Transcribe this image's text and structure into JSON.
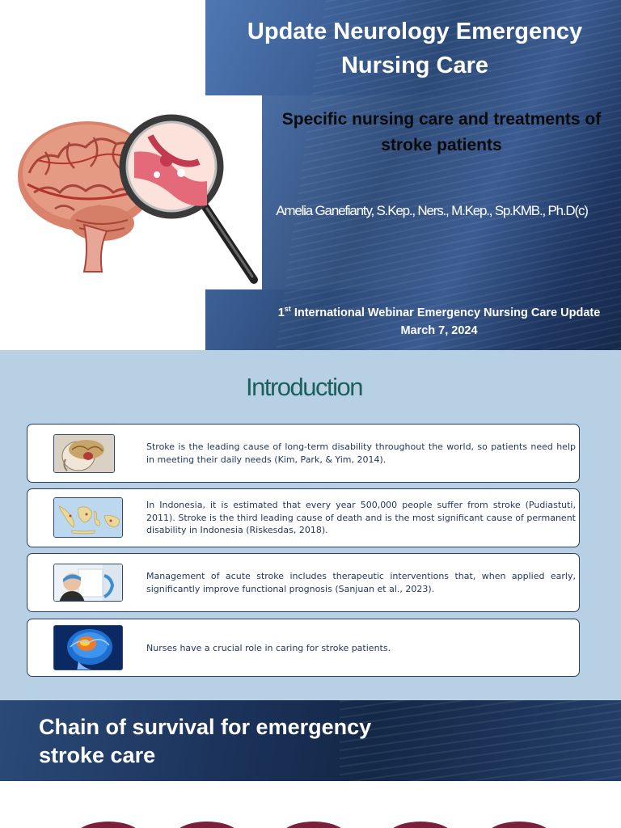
{
  "slide1": {
    "title": "Update Neurology Emergency Nursing Care",
    "subtitle": "Specific nursing care and treatments of stroke patients",
    "author": "Amelia Ganefianty, S.Kep., Ners., M.Kep., Sp.KMB., Ph.D(c)",
    "webinar_ordinal": "1",
    "webinar_suffix": "st",
    "webinar_title": "International Webinar Emergency Nursing Care Update",
    "date": "March 7, 2024",
    "illustration_icon": "brain-magnifier-icon"
  },
  "slide2": {
    "title": "Introduction",
    "cards": [
      {
        "icon": "brain-anatomy-icon",
        "text": "Stroke is the leading cause of long-term disability throughout the world, so patients need help in meeting their daily needs (Kim, Park, & Yim, 2014)."
      },
      {
        "icon": "indonesia-map-icon",
        "text": "In Indonesia, it is estimated that every year 500,000 people suffer from stroke (Pudiastuti, 2011). Stroke is the third leading cause of death and is the most significant cause of permanent disability in Indonesia (Riskesdas, 2018)."
      },
      {
        "icon": "patient-treatment-icon",
        "text": "Management of acute stroke includes therapeutic interventions that, when applied early, significantly improve functional prognosis (Sanjuan et al., 2023)."
      },
      {
        "icon": "brain-scan-icon",
        "text": "Nurses have a crucial role in caring for stroke patients."
      }
    ]
  },
  "slide3": {
    "title": "Chain of survival for emergency stroke care"
  },
  "colors": {
    "slide_blue": "#2c4a78",
    "intro_bg": "#b7d0e3",
    "intro_title": "#1d5f5e",
    "card_border": "#2b3f66",
    "chain_steps": "#7a1f3c"
  }
}
